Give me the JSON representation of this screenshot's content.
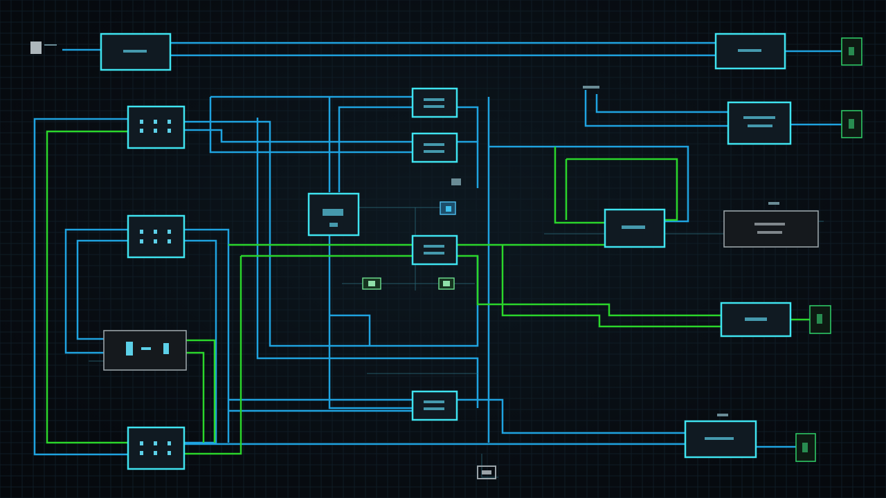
{
  "diagram": {
    "colors": {
      "background": "#070b10",
      "wire_blue": "#1fa3e0",
      "wire_green": "#2bd62b",
      "block_border": "#3fe4f0",
      "terminal_border": "#2ec866",
      "panel_border": "#9aa3a8"
    },
    "blocks": [
      {
        "id": "b-top-left",
        "kind": "block",
        "label": ""
      },
      {
        "id": "b-top-right",
        "kind": "block",
        "label": ""
      },
      {
        "id": "b-left-1",
        "kind": "block",
        "label": ""
      },
      {
        "id": "b-left-2",
        "kind": "block",
        "label": ""
      },
      {
        "id": "b-left-3",
        "kind": "panel",
        "label": ""
      },
      {
        "id": "b-left-4",
        "kind": "block",
        "label": ""
      },
      {
        "id": "b-center-1",
        "kind": "block",
        "label": ""
      },
      {
        "id": "b-center-2",
        "kind": "block",
        "label": ""
      },
      {
        "id": "b-center-main",
        "kind": "block",
        "label": ""
      },
      {
        "id": "b-center-3",
        "kind": "block",
        "label": ""
      },
      {
        "id": "b-center-4",
        "kind": "block",
        "label": ""
      },
      {
        "id": "b-right-1",
        "kind": "block",
        "label": ""
      },
      {
        "id": "b-right-2",
        "kind": "block",
        "label": ""
      },
      {
        "id": "b-right-panel",
        "kind": "panel",
        "label": ""
      },
      {
        "id": "b-right-3",
        "kind": "block",
        "label": ""
      },
      {
        "id": "b-right-4",
        "kind": "block",
        "label": ""
      },
      {
        "id": "t-1",
        "kind": "terminal",
        "label": ""
      },
      {
        "id": "t-2",
        "kind": "terminal",
        "label": ""
      },
      {
        "id": "t-3",
        "kind": "terminal",
        "label": ""
      },
      {
        "id": "t-4",
        "kind": "terminal",
        "label": ""
      }
    ]
  }
}
